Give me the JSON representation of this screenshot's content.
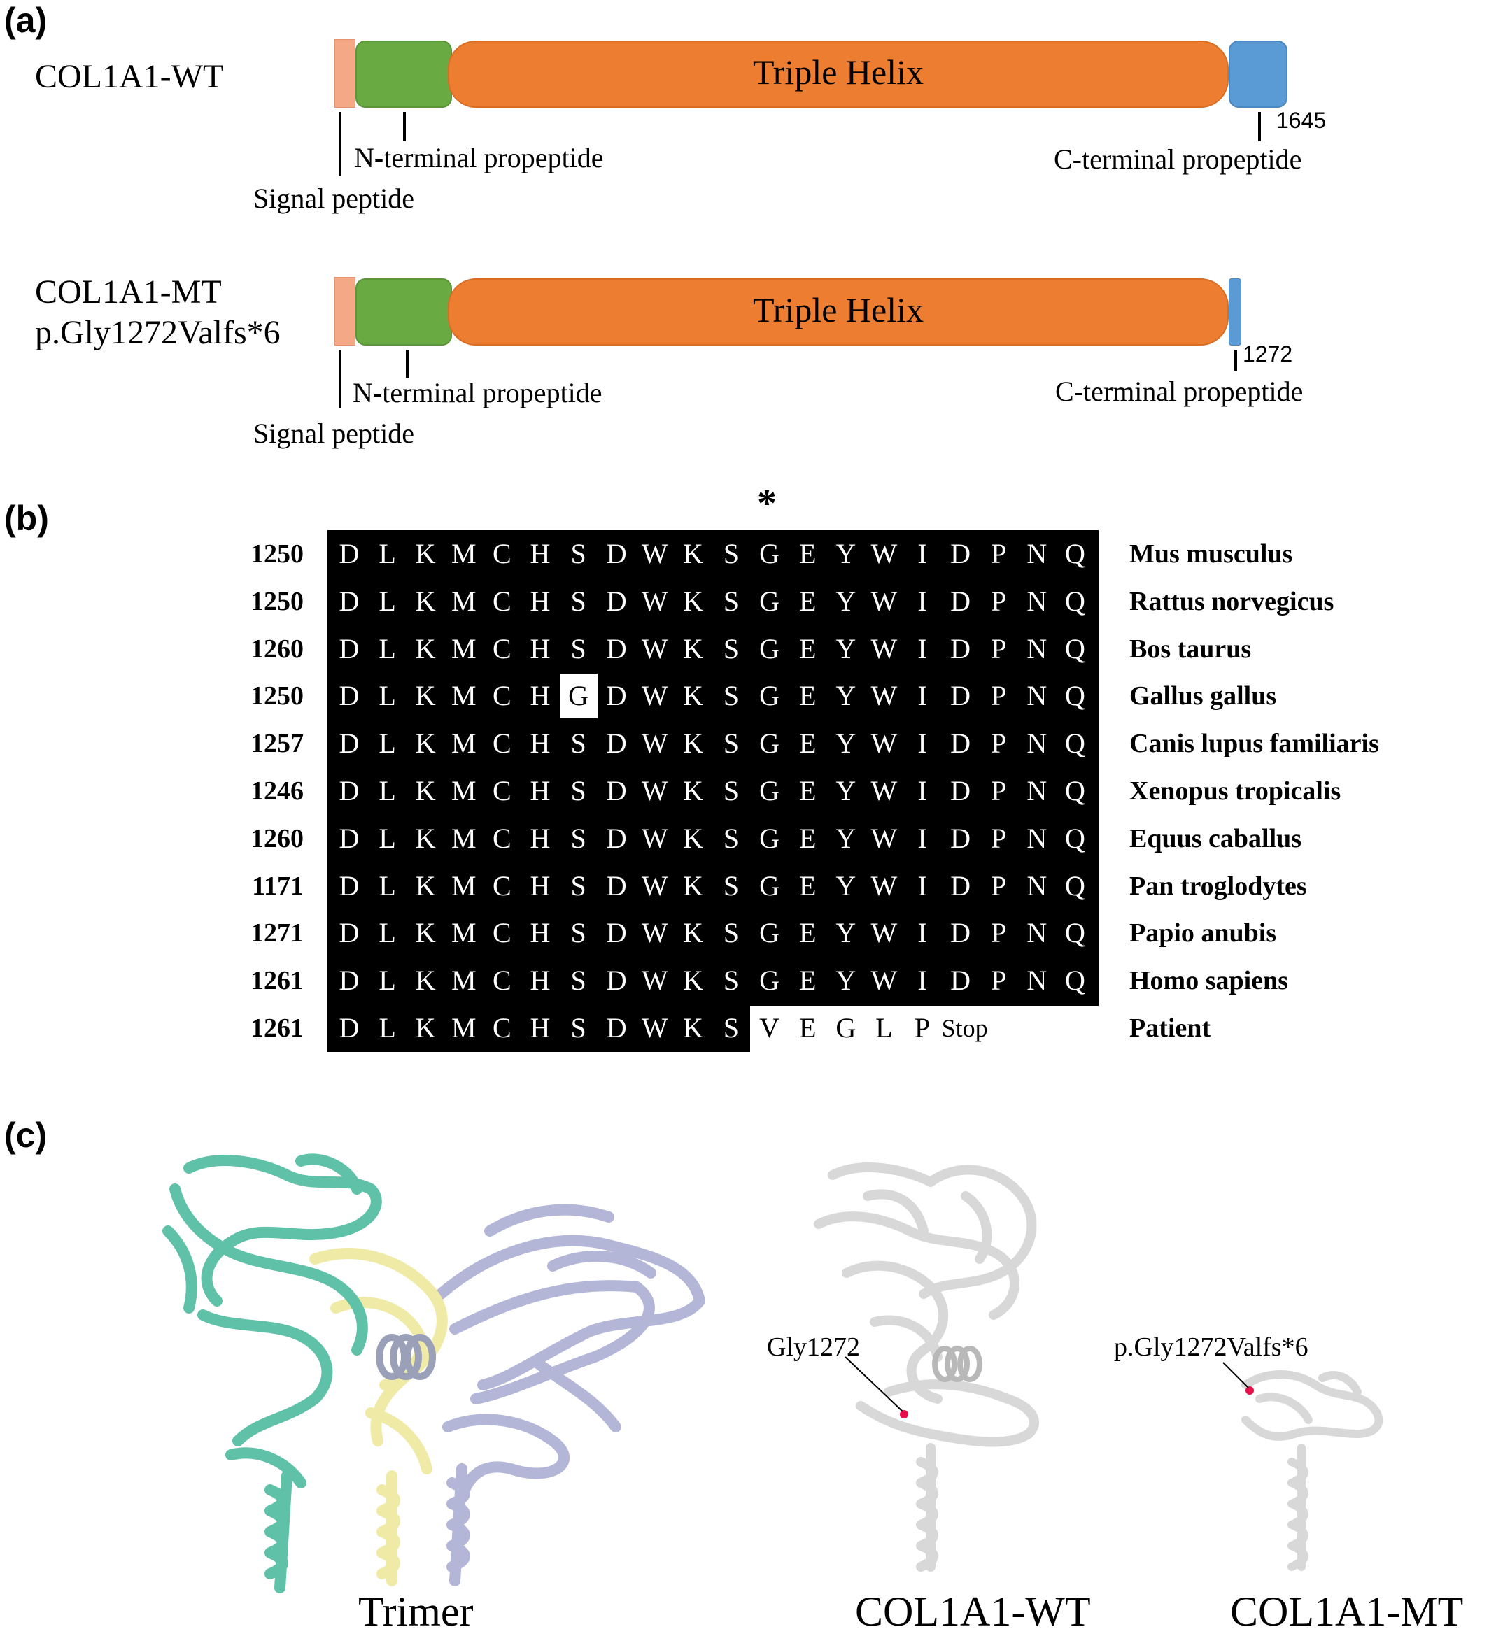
{
  "panel_a": {
    "label": "(a)",
    "wt": {
      "name": "COL1A1-WT",
      "helix_label": "Triple Helix",
      "end_number": "1645",
      "n_terminal_label": "N-terminal propeptide",
      "c_terminal_label": "C-terminal propeptide",
      "signal_label": "Signal peptide"
    },
    "mt": {
      "name": "COL1A1-MT",
      "variant": "p.Gly1272Valfs*6",
      "helix_label": "Triple Helix",
      "end_number": "1272",
      "n_terminal_label": "N-terminal propeptide",
      "c_terminal_label": "C-terminal propeptide",
      "signal_label": "Signal peptide"
    },
    "colors": {
      "signal": "#f4a886",
      "n_terminal": "#6aaa42",
      "helix": "#ed7d31",
      "c_terminal": "#5b9bd5"
    }
  },
  "panel_b": {
    "label": "(b)",
    "marker": "*",
    "rows": [
      {
        "start": "1250",
        "species": "Mus musculus",
        "seq": [
          "D",
          "L",
          "K",
          "M",
          "C",
          "H",
          "S",
          "D",
          "W",
          "K",
          "S",
          "G",
          "E",
          "Y",
          "W",
          "I",
          "D",
          "P",
          "N",
          "Q"
        ]
      },
      {
        "start": "1250",
        "species": "Rattus norvegicus",
        "seq": [
          "D",
          "L",
          "K",
          "M",
          "C",
          "H",
          "S",
          "D",
          "W",
          "K",
          "S",
          "G",
          "E",
          "Y",
          "W",
          "I",
          "D",
          "P",
          "N",
          "Q"
        ]
      },
      {
        "start": "1260",
        "species": "Bos taurus",
        "seq": [
          "D",
          "L",
          "K",
          "M",
          "C",
          "H",
          "S",
          "D",
          "W",
          "K",
          "S",
          "G",
          "E",
          "Y",
          "W",
          "I",
          "D",
          "P",
          "N",
          "Q"
        ]
      },
      {
        "start": "1250",
        "species": "Gallus gallus",
        "seq": [
          "D",
          "L",
          "K",
          "M",
          "C",
          "H",
          "G",
          "D",
          "W",
          "K",
          "S",
          "G",
          "E",
          "Y",
          "W",
          "I",
          "D",
          "P",
          "N",
          "Q"
        ]
      },
      {
        "start": "1257",
        "species": "Canis lupus familiaris",
        "seq": [
          "D",
          "L",
          "K",
          "M",
          "C",
          "H",
          "S",
          "D",
          "W",
          "K",
          "S",
          "G",
          "E",
          "Y",
          "W",
          "I",
          "D",
          "P",
          "N",
          "Q"
        ]
      },
      {
        "start": "1246",
        "species": "Xenopus tropicalis",
        "seq": [
          "D",
          "L",
          "K",
          "M",
          "C",
          "H",
          "S",
          "D",
          "W",
          "K",
          "S",
          "G",
          "E",
          "Y",
          "W",
          "I",
          "D",
          "P",
          "N",
          "Q"
        ]
      },
      {
        "start": "1260",
        "species": "Equus caballus",
        "seq": [
          "D",
          "L",
          "K",
          "M",
          "C",
          "H",
          "S",
          "D",
          "W",
          "K",
          "S",
          "G",
          "E",
          "Y",
          "W",
          "I",
          "D",
          "P",
          "N",
          "Q"
        ]
      },
      {
        "start": "1171",
        "species": "Pan troglodytes",
        "seq": [
          "D",
          "L",
          "K",
          "M",
          "C",
          "H",
          "S",
          "D",
          "W",
          "K",
          "S",
          "G",
          "E",
          "Y",
          "W",
          "I",
          "D",
          "P",
          "N",
          "Q"
        ]
      },
      {
        "start": "1271",
        "species": "Papio anubis",
        "seq": [
          "D",
          "L",
          "K",
          "M",
          "C",
          "H",
          "S",
          "D",
          "W",
          "K",
          "S",
          "G",
          "E",
          "Y",
          "W",
          "I",
          "D",
          "P",
          "N",
          "Q"
        ]
      },
      {
        "start": "1261",
        "species": "Homo sapiens",
        "seq": [
          "D",
          "L",
          "K",
          "M",
          "C",
          "H",
          "S",
          "D",
          "W",
          "K",
          "S",
          "G",
          "E",
          "Y",
          "W",
          "I",
          "D",
          "P",
          "N",
          "Q"
        ]
      },
      {
        "start": "1261",
        "species": "Patient",
        "seq": [
          "D",
          "L",
          "K",
          "M",
          "C",
          "H",
          "S",
          "D",
          "W",
          "K",
          "S",
          "V",
          "E",
          "G",
          "L",
          "P",
          "Stop"
        ]
      }
    ]
  },
  "panel_c": {
    "label": "(c)",
    "trimer_caption": "Trimer",
    "wt_caption": "COL1A1-WT",
    "mt_caption": "COL1A1-MT",
    "wt_site_label": "Gly1272",
    "mt_site_label": "p.Gly1272Valfs*6",
    "chain_colors": [
      "#5fc2a8",
      "#efeaa6",
      "#b4b6d8"
    ],
    "site_color": "#e8104a"
  }
}
